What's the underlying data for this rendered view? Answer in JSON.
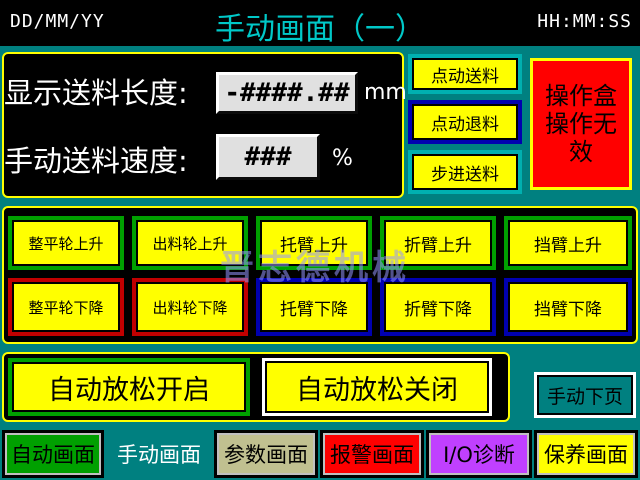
{
  "header": {
    "date": "DD/MM/YY",
    "title": "手动画面（一）",
    "time": "HH:MM:SS"
  },
  "top_panel": {
    "feed_length_label": "显示送料长度:",
    "feed_length_value": "-####.##",
    "feed_length_unit": "mm",
    "feed_speed_label": "手动送料速度:",
    "feed_speed_value": "###",
    "feed_speed_unit": "%"
  },
  "side_buttons": {
    "jog_feed": "点动送料",
    "jog_retract": "点动退料",
    "step_feed": "步进送料"
  },
  "operation_box": {
    "line1": "操作盒",
    "line2": "操作无",
    "line3": "效"
  },
  "motion_buttons": {
    "row1": [
      "整平轮上升",
      "出料轮上升",
      "托臂上升",
      "折臂上升",
      "挡臂上升"
    ],
    "row2": [
      "整平轮下降",
      "出料轮下降",
      "托臂下降",
      "折臂下降",
      "挡臂下降"
    ]
  },
  "auto_release": {
    "open": "自动放松开启",
    "close": "自动放松关闭"
  },
  "next_page": "手动下页",
  "watermark": "晋志德机械",
  "nav": [
    "自动画面",
    "手动画面",
    "参数画面",
    "报警画面",
    "I/O诊断",
    "保养画面"
  ],
  "colors": {
    "background": "#008080",
    "button": "#ffff00",
    "panel": "#000000",
    "title": "#00c8c8",
    "alarm": "#ff0000"
  }
}
